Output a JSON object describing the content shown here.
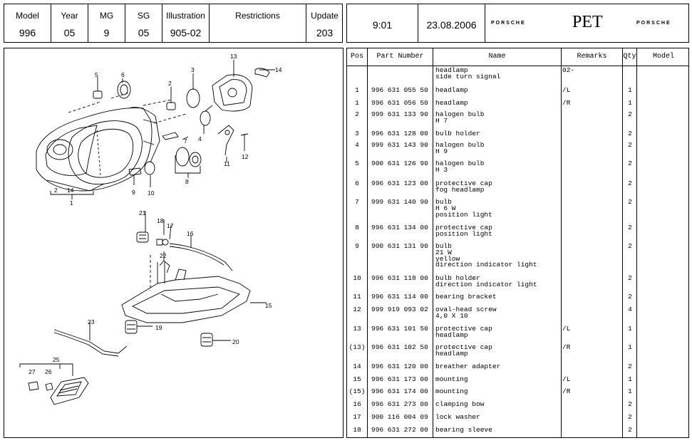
{
  "header": {
    "model_label": "Model",
    "model_value": "996",
    "year_label": "Year",
    "year_value": "05",
    "mg_label": "MG",
    "mg_value": "9",
    "sg_label": "SG",
    "sg_value": "05",
    "illustration_label": "Illustration",
    "illustration_value": "905-02",
    "restrictions_label": "Restrictions",
    "restrictions_value": "",
    "update_label": "Update",
    "update_value": "203",
    "time": "9:01",
    "date": "23.08.2006",
    "brand_left": "PORSCHE",
    "app_name": "PET",
    "brand_right": "PORSCHE"
  },
  "table": {
    "columns": [
      "Pos",
      "Part Number",
      "Name",
      "Remarks",
      "Qty",
      "Model"
    ],
    "rows": [
      {
        "pos": "",
        "part": "",
        "name": "headlamp\nside turn signal",
        "remarks": "02-",
        "qty": ""
      },
      {
        "pos": "1",
        "part": "996 631 055 50",
        "name": "headlamp",
        "remarks": "/L",
        "qty": "1"
      },
      {
        "pos": "1",
        "part": "996 631 056 50",
        "name": "headlamp",
        "remarks": "/R",
        "qty": "1"
      },
      {
        "pos": "2",
        "part": "999 631 133 90",
        "name": "halogen bulb\nH 7",
        "remarks": "",
        "qty": "2"
      },
      {
        "pos": "3",
        "part": "996 631 128 00",
        "name": "bulb holder",
        "remarks": "",
        "qty": "2"
      },
      {
        "pos": "4",
        "part": "999 631 143 90",
        "name": "halogen bulb\nH 9",
        "remarks": "",
        "qty": "2"
      },
      {
        "pos": "5",
        "part": "900 631 126 90",
        "name": "halogen bulb\nH 3",
        "remarks": "",
        "qty": "2"
      },
      {
        "pos": "6",
        "part": "996 631 123 00",
        "name": "protective cap\nfog headlamp",
        "remarks": "",
        "qty": "2"
      },
      {
        "pos": "7",
        "part": "999 631 140 90",
        "name": "bulb\nH 6 W\nposition light",
        "remarks": "",
        "qty": "2"
      },
      {
        "pos": "8",
        "part": "996 631 134 00",
        "name": "protective cap\nposition light",
        "remarks": "",
        "qty": "2"
      },
      {
        "pos": "9",
        "part": "900 631 131 90",
        "name": "bulb\n21 W\nyellow\ndirection indicator light",
        "remarks": "",
        "qty": "2"
      },
      {
        "pos": "10",
        "part": "996 631 118 00",
        "name": "bulb holder\ndirection indicator light",
        "remarks": "",
        "qty": "2"
      },
      {
        "pos": "11",
        "part": "996 631 114 00",
        "name": "bearing bracket",
        "remarks": "",
        "qty": "2"
      },
      {
        "pos": "12",
        "part": "999 919 093 02",
        "name": "oval-head screw\n4,0 X 10",
        "remarks": "",
        "qty": "4"
      },
      {
        "pos": "13",
        "part": "996 631 101 50",
        "name": "protective cap\nheadlamp",
        "remarks": "/L",
        "qty": "1"
      },
      {
        "pos": "(13)",
        "part": "996 631 102 50",
        "name": "protective cap\nheadlamp",
        "remarks": "/R",
        "qty": "1"
      },
      {
        "pos": "14",
        "part": "996 631 120 00",
        "name": "breather adapter",
        "remarks": "",
        "qty": "2"
      },
      {
        "pos": "15",
        "part": "996 631 173 00",
        "name": "mounting",
        "remarks": "/L",
        "qty": "1"
      },
      {
        "pos": "(15)",
        "part": "996 631 174 00",
        "name": "mounting",
        "remarks": "/R",
        "qty": "1"
      },
      {
        "pos": "16",
        "part": "996 631 273 00",
        "name": "clamping bow",
        "remarks": "",
        "qty": "2"
      },
      {
        "pos": "17",
        "part": "900 116 004 09",
        "name": "lock washer",
        "remarks": "",
        "qty": "2"
      },
      {
        "pos": "18",
        "part": "996 631 272 00",
        "name": "bearing sleeve",
        "remarks": "",
        "qty": "2"
      }
    ]
  },
  "diagram": {
    "callouts": [
      "5",
      "6",
      "3",
      "2",
      "13",
      "14",
      "7",
      "4",
      "11",
      "12",
      "8",
      "9",
      "10",
      "2",
      "14",
      "1",
      "21",
      "18",
      "17",
      "16",
      "22",
      "15",
      "23",
      "19",
      "20",
      "25",
      "27",
      "26"
    ]
  }
}
